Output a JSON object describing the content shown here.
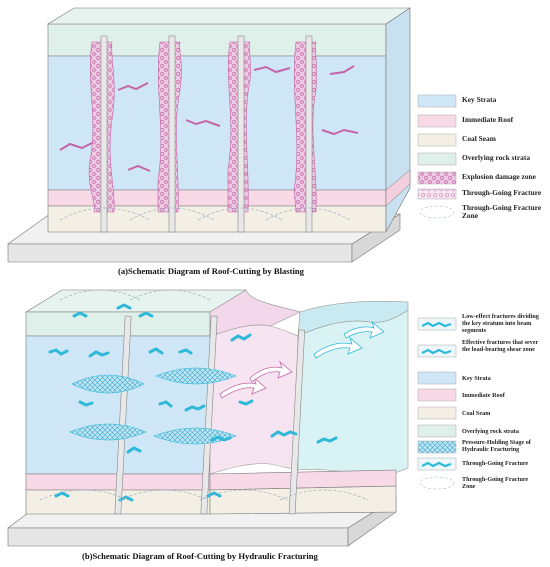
{
  "figure_a": {
    "caption": "(a)Schematic Diagram of Roof-Cutting by Blasting",
    "legend": [
      {
        "key": "key",
        "label": "Key Strata"
      },
      {
        "key": "imm",
        "label": "Immediate Roof"
      },
      {
        "key": "coal",
        "label": "Coal Seam"
      },
      {
        "key": "over",
        "label": "Overlying rock strata"
      },
      {
        "key": "explosion",
        "label": "Explosion damage zone"
      },
      {
        "key": "tgf",
        "label": "Through-Going Fracture"
      },
      {
        "key": "tgfz",
        "label": "Through-Going Fracture Zone"
      }
    ]
  },
  "figure_b": {
    "caption": "(b)Schematic Diagram of Roof-Cutting by Hydraulic Fracturing",
    "legend": [
      {
        "key": "low",
        "label": "Low-effect fractures dividing the key stratum into beam segments"
      },
      {
        "key": "eff",
        "label": "Effective fractures that sever the load-bearing shear zone"
      },
      {
        "key": "key",
        "label": "Key Strata"
      },
      {
        "key": "imm",
        "label": "Immediate Roof"
      },
      {
        "key": "coal",
        "label": "Coal Seam"
      },
      {
        "key": "over",
        "label": "Overlying rock strata"
      },
      {
        "key": "press",
        "label": "Pressure-Holding Stage of Hydraulic Fracturing"
      },
      {
        "key": "tgf",
        "label": "Through-Going Fracture"
      },
      {
        "key": "tgfz",
        "label": "Through-Going Fracture Zone"
      }
    ]
  },
  "colors": {
    "key_strata": "#cfe6f6",
    "immediate_roof": "#f8d9e6",
    "coal_seam": "#f4efe4",
    "overlying": "#dff0ea",
    "explosion": "#e8b5d8",
    "fracture_cyan": "#2fb9d8",
    "outline": "#777777"
  }
}
